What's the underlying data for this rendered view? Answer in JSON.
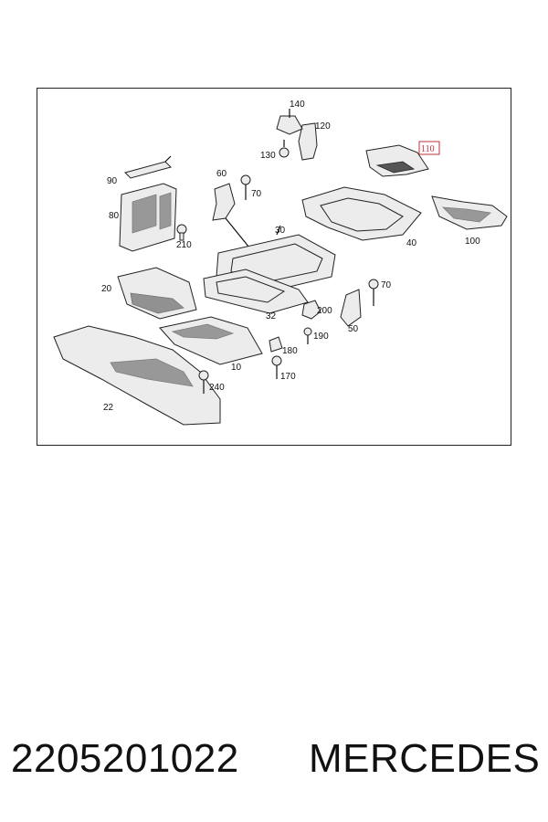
{
  "diagram": {
    "callouts": {
      "c140": "140",
      "c120": "120",
      "c130": "130",
      "c110": "110",
      "c90": "90",
      "c60": "60",
      "c70a": "70",
      "c80": "80",
      "c210": "210",
      "c30": "30",
      "c40": "40",
      "c100": "100",
      "c20": "20",
      "c70b": "70",
      "c32": "32",
      "c200": "200",
      "c50": "50",
      "c190": "190",
      "c180": "180",
      "c10": "10",
      "c170": "170",
      "c240": "240",
      "c22": "22"
    },
    "highlighted_callout": "110",
    "highlight_color": "#c0303a"
  },
  "footer": {
    "part_number": "2205201022",
    "brand": "MERCEDES"
  }
}
